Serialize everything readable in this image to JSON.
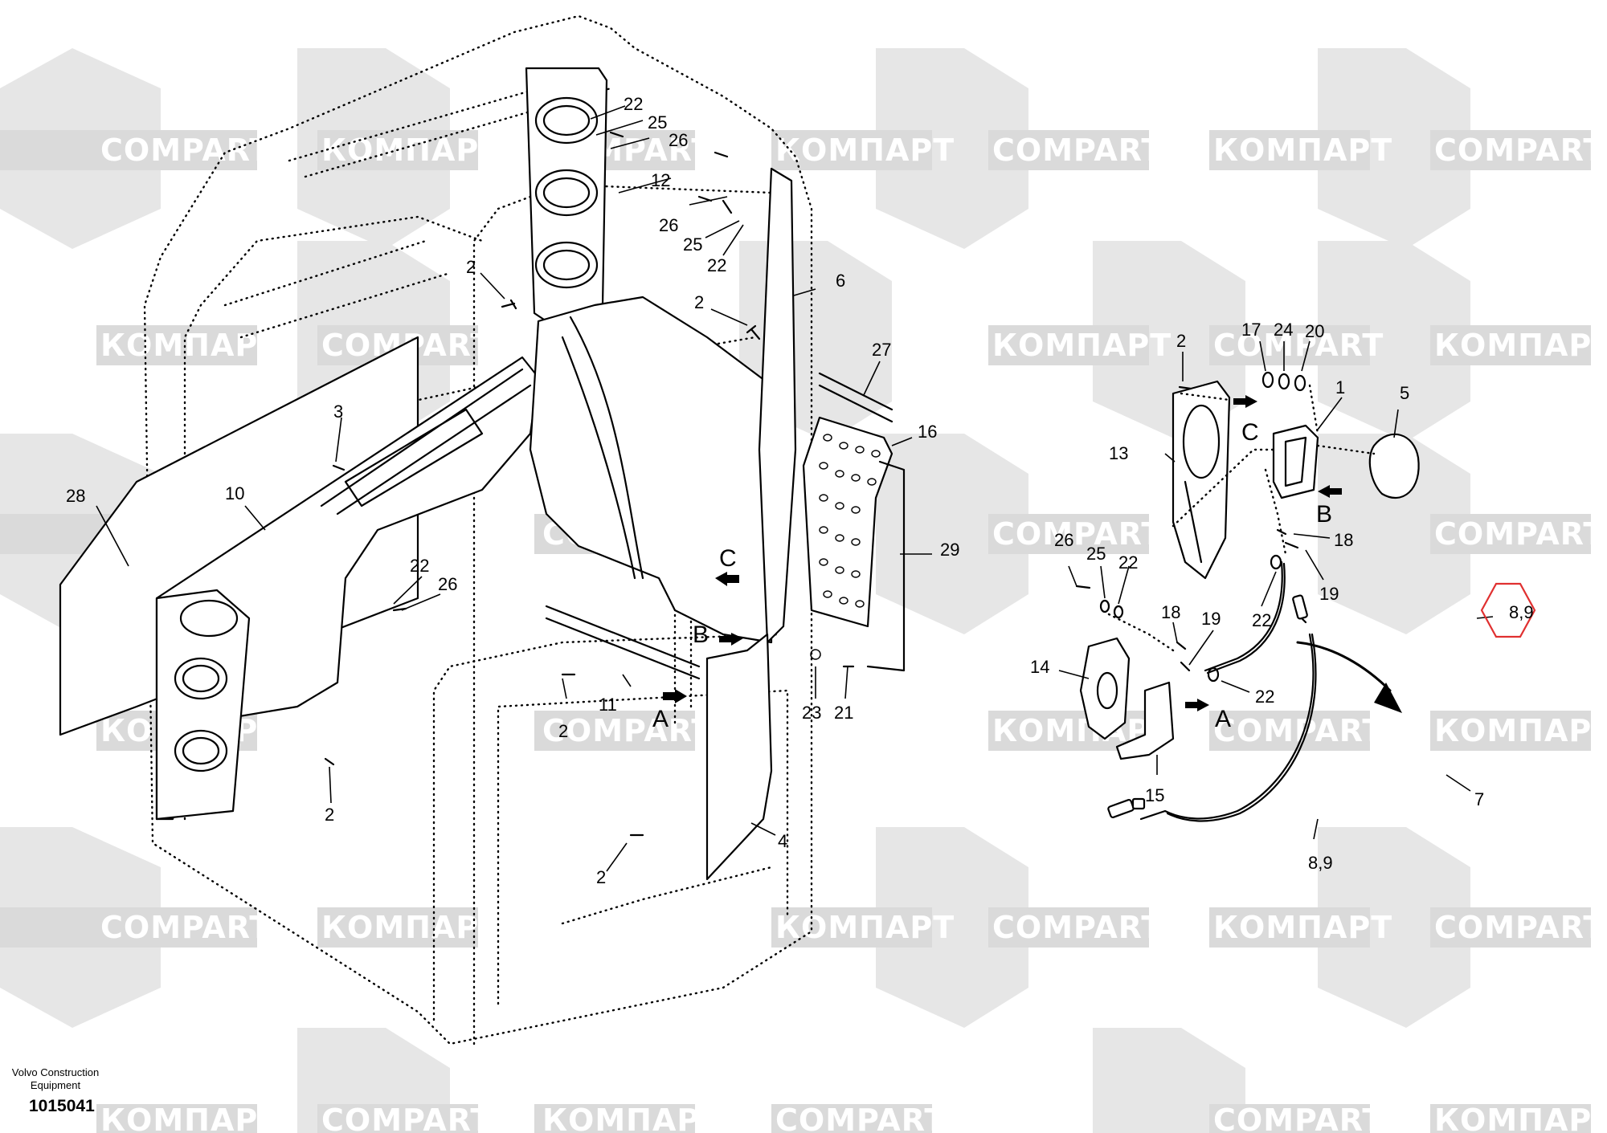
{
  "watermark": {
    "latin": "COMPART",
    "cyrillic": "КОМПАРТ"
  },
  "callouts": {
    "c1": "1",
    "c2a": "2",
    "c2b": "2",
    "c2c": "2",
    "c2d": "2",
    "c2e": "2",
    "c2f": "2",
    "c3": "3",
    "c4": "4",
    "c5": "5",
    "c6": "6",
    "c7": "7",
    "c89a": "8,9",
    "c89b": "8,9",
    "c10": "10",
    "c11": "11",
    "c12": "12",
    "c13": "13",
    "c14": "14",
    "c15": "15",
    "c16": "16",
    "c17": "17",
    "c18a": "18",
    "c18b": "18",
    "c19a": "19",
    "c19b": "19",
    "c20": "20",
    "c21": "21",
    "c22a": "22",
    "c22b": "22",
    "c22c": "22",
    "c22d": "22",
    "c22e": "22",
    "c22f": "22",
    "c23": "23",
    "c24": "24",
    "c25a": "25",
    "c25b": "25",
    "c25c": "25",
    "c26a": "26",
    "c26b": "26",
    "c26c": "26",
    "c26d": "26",
    "c27": "27",
    "c28": "28",
    "c29": "29"
  },
  "view_letters": {
    "a_left": "A",
    "b_left": "B",
    "c_left": "C",
    "a_right": "A",
    "b_right": "B",
    "c_right": "C"
  },
  "highlight": {
    "color": "#e03030"
  },
  "footer": {
    "company_line1": "Volvo Construction",
    "company_line2": "Equipment",
    "drawing_number": "1015041"
  }
}
